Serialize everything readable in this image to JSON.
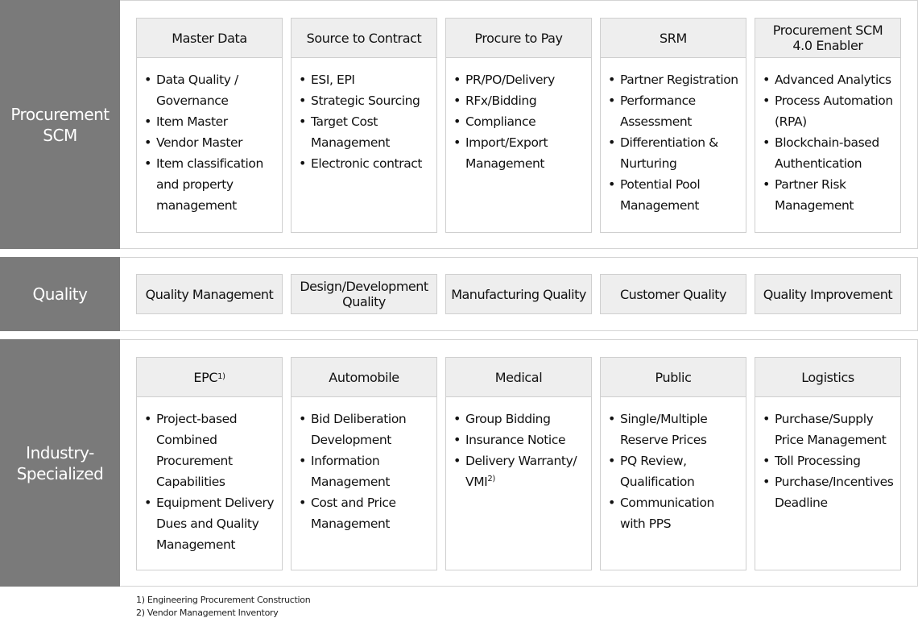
{
  "procurement": {
    "label": "Procurement\nSCM",
    "columns": [
      {
        "title": "Master Data",
        "items": [
          "Data Quality / Governance",
          "Item Master",
          "Vendor Master",
          "Item classification and property management"
        ]
      },
      {
        "title": "Source to Contract",
        "items": [
          "ESI, EPI",
          "Strategic Sourcing",
          "Target Cost Management",
          "Electronic contract"
        ]
      },
      {
        "title": "Procure to Pay",
        "items": [
          "PR/PO/Delivery",
          "RFx/Bidding",
          "Compliance",
          "Import/Export Management"
        ]
      },
      {
        "title": "SRM",
        "items": [
          "Partner Registration",
          "Performance Assessment",
          "Differentiation & Nurturing",
          "Potential Pool Management"
        ]
      },
      {
        "title": "Procurement SCM\n4.0 Enabler",
        "items": [
          "Advanced Analytics",
          "Process Automation (RPA)",
          "Blockchain-based Authentication",
          "Partner Risk Management"
        ]
      }
    ]
  },
  "quality": {
    "label": "Quality",
    "items": [
      "Quality Management",
      "Design/Development\nQuality",
      "Manufacturing Quality",
      "Customer Quality",
      "Quality Improvement"
    ]
  },
  "industry": {
    "label": "Industry-\nSpecialized",
    "columns": [
      {
        "title": "EPC",
        "sup": "1)",
        "items": [
          "Project-based Combined Procurement Capabilities",
          "Equipment Delivery Dues and Quality Management"
        ]
      },
      {
        "title": "Automobile",
        "items": [
          "Bid Deliberation Development",
          "Information Management",
          "Cost and Price Management"
        ]
      },
      {
        "title": "Medical",
        "items": [
          "Group Bidding",
          "Insurance Notice",
          "Delivery Warranty/ VMI"
        ],
        "item_sup": "2)"
      },
      {
        "title": "Public",
        "items": [
          "Single/Multiple Reserve Prices",
          "PQ Review, Qualification",
          "Communication with PPS"
        ]
      },
      {
        "title": "Logistics",
        "items": [
          "Purchase/Supply Price Management",
          "Toll Processing",
          "Purchase/Incentives Deadline"
        ]
      }
    ]
  },
  "footnotes": [
    "1) Engineering Procurement Construction",
    "2) Vendor Management Inventory"
  ]
}
